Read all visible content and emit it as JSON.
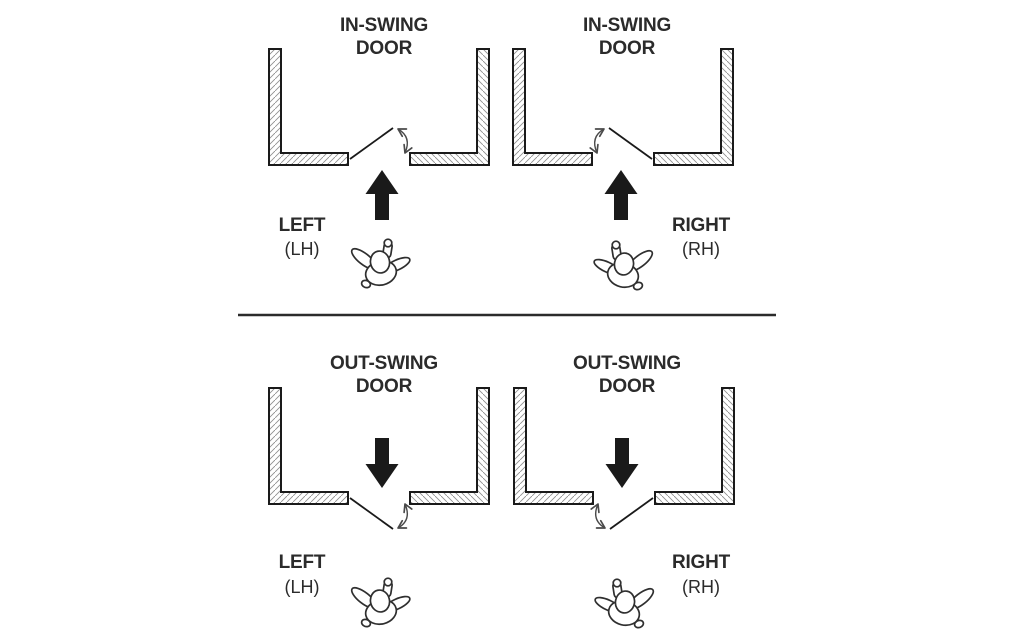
{
  "figure": {
    "description": "Door handing chart showing in-swing and out-swing doors for left (LH) and right (RH) hand configurations",
    "colors": {
      "ink": "#1a1a1a",
      "text": "#2b2b2b",
      "hatch": "#8f8f8f",
      "background": "#ffffff"
    },
    "panels": [
      {
        "title_line1": "IN-SWING",
        "title_line2": "DOOR",
        "hand_label": "LEFT",
        "hand_abbr": "(LH)",
        "swing": "in-swing",
        "hinge_side": "left",
        "arrow_direction": "up"
      },
      {
        "title_line1": "IN-SWING",
        "title_line2": "DOOR",
        "hand_label": "RIGHT",
        "hand_abbr": "(RH)",
        "swing": "in-swing",
        "hinge_side": "right",
        "arrow_direction": "up"
      },
      {
        "title_line1": "OUT-SWING",
        "title_line2": "DOOR",
        "hand_label": "LEFT",
        "hand_abbr": "(LH)",
        "swing": "out-swing",
        "hinge_side": "left",
        "arrow_direction": "down"
      },
      {
        "title_line1": "OUT-SWING",
        "title_line2": "DOOR",
        "hand_label": "RIGHT",
        "hand_abbr": "(RH)",
        "swing": "out-swing",
        "hinge_side": "right",
        "arrow_direction": "down"
      }
    ]
  }
}
